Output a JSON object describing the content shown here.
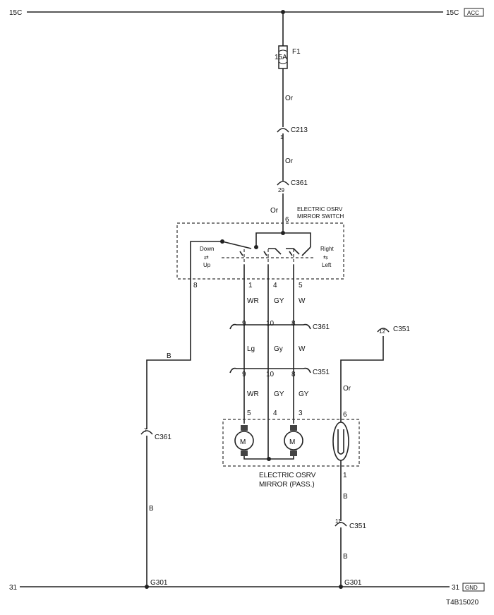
{
  "rails": {
    "top_left": "15C",
    "top_right": "15C",
    "top_tag": "ACC",
    "bottom_left": "31",
    "bottom_right": "31",
    "bottom_tag": "GND"
  },
  "fuse": {
    "name": "F1",
    "rating": "15A"
  },
  "wire_colors": {
    "or1": "Or",
    "or2": "Or",
    "or3": "Or",
    "wr_top": "WR",
    "gy_top": "GY",
    "w_top": "W",
    "lg": "Lg",
    "gy_mid": "Gy",
    "w_mid": "W",
    "wr_bot": "WR",
    "gy_bot1": "GY",
    "gy_bot2": "GY",
    "or_right": "Or",
    "b_switch": "B",
    "b_left": "B",
    "b_right1": "B",
    "b_right2": "B"
  },
  "connectors": {
    "c213": {
      "name": "C213",
      "pin": "1"
    },
    "c361_top": {
      "name": "C361",
      "pin": "29"
    },
    "c361_mid": {
      "name": "C361",
      "pins": [
        "9",
        "10",
        "8"
      ]
    },
    "c351_mid": {
      "name": "C351",
      "pins": [
        "9",
        "10",
        "8"
      ]
    },
    "c351_top": {
      "name": "C351",
      "pin": "12"
    },
    "c361_left": {
      "name": "C361",
      "pin": "7"
    },
    "c351_bot": {
      "name": "C351",
      "pin": "11"
    }
  },
  "switch": {
    "title_line1": "ELECTRIC OSRV",
    "title_line2": "MIRROR SWITCH",
    "pin_in": "6",
    "pins_out": [
      "8",
      "1",
      "4",
      "5"
    ],
    "down": "Down",
    "up": "Up",
    "right": "Right",
    "left": "Left"
  },
  "mirror": {
    "title_line1": "ELECTRIC OSRV",
    "title_line2": "MIRROR (PASS.)",
    "pins": [
      "5",
      "4",
      "3",
      "6",
      "1"
    ],
    "motor_symbol": "M"
  },
  "grounds": {
    "left": "G301",
    "right": "G301"
  },
  "figure_id": "T4B15020"
}
